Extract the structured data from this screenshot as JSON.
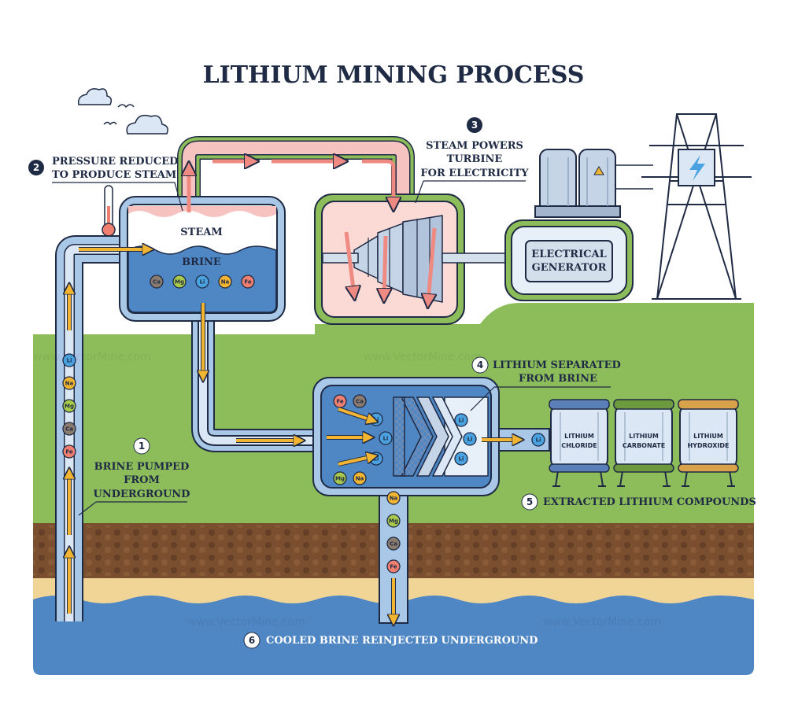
{
  "title": "LITHIUM MINING PROCESS",
  "steps": [
    {
      "num": "1",
      "lines": [
        "BRINE PUMPED",
        "FROM",
        "UNDERGROUND"
      ]
    },
    {
      "num": "2",
      "lines": [
        "PRESSURE REDUCED",
        "TO PRODUCE STEAM"
      ]
    },
    {
      "num": "3",
      "lines": [
        "STEAM POWERS",
        "TURBINE",
        "FOR ELECTRICITY"
      ]
    },
    {
      "num": "4",
      "lines": [
        "LITHIUM SEPARATED",
        "FROM BRINE"
      ]
    },
    {
      "num": "5",
      "lines": [
        "EXTRACTED LITHIUM COMPOUNDS"
      ]
    },
    {
      "num": "6",
      "lines": [
        "COOLED BRINE REINJECTED UNDERGROUND"
      ]
    }
  ],
  "tank": {
    "steam_label": "STEAM",
    "brine_label": "BRINE",
    "ions": [
      "Ca",
      "Mg",
      "Li",
      "Na",
      "Fe"
    ]
  },
  "generator_label": [
    "ELECTRICAL",
    "GENERATOR"
  ],
  "pump_ions": [
    "Li",
    "Na",
    "Mg",
    "Ca",
    "Fe"
  ],
  "separator": {
    "left_ions": [
      "Fe",
      "Ca"
    ],
    "li_ions": [
      "Li",
      "Li",
      "Li"
    ],
    "bottom_ions": [
      "Mg",
      "Na"
    ],
    "out_ions": [
      "Li",
      "Li",
      "Li"
    ],
    "outlet_ion": "Li"
  },
  "reinject_ions": [
    "Na",
    "Mg",
    "Ca",
    "Fe"
  ],
  "compounds": [
    {
      "lines": [
        "LITHIUM",
        "CHLORIDE"
      ],
      "color": "#5b7fb8"
    },
    {
      "lines": [
        "LITHIUM",
        "CARBONATE"
      ],
      "color": "#6e9a3f"
    },
    {
      "lines": [
        "LITHIUM",
        "HYDROXIDE"
      ],
      "color": "#d9a24a"
    }
  ],
  "ion_colors": {
    "Ca": "#8a7b6e",
    "Mg": "#a8c94a",
    "Li": "#4aa3e0",
    "Na": "#f2b531",
    "Fe": "#ef7f6f"
  },
  "watermark": "www.VectorMine.com",
  "colors": {
    "ground": "#8cbd5a",
    "water": "#4f86c4",
    "soil": "#7a4f30",
    "sand": "#f1d597",
    "pipe": "#a9c7e6",
    "flow_arrow": "#f2b531",
    "steam_arrow": "#ef8a83",
    "outline": "#1f2a44"
  }
}
